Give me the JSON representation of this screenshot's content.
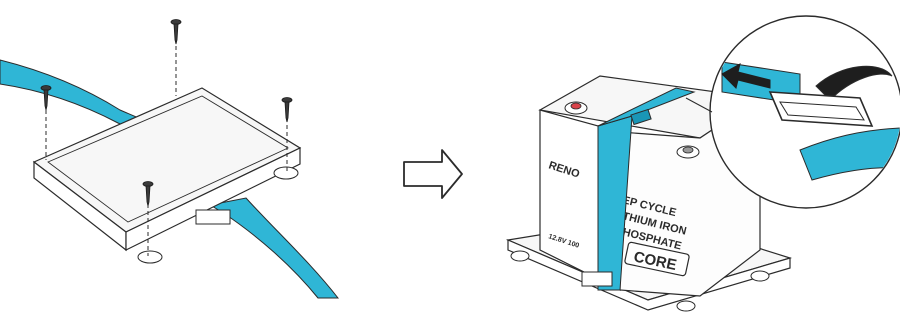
{
  "battery": {
    "brand": "RENO",
    "brand_small": "",
    "line1": "EP CYCLE",
    "line2": "THIUM IRON",
    "line3": "HOSPHATE",
    "voltage": "12.8V 100",
    "model": "CORE"
  },
  "colors": {
    "strap": "#2fb6d6",
    "strap_dark": "#1a96b6",
    "outline": "#2b2b2b",
    "panel": "#f4f4f4",
    "terminal_red": "#d9434a"
  },
  "icons": {
    "arrow": "right-outline-arrow-icon",
    "screw": "screw-icon"
  }
}
